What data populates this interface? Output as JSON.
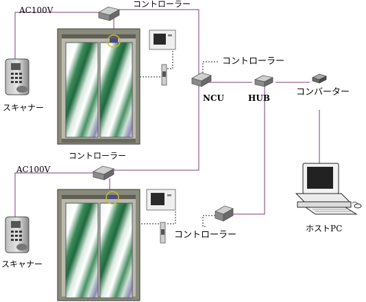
{
  "labels": {
    "ac_top": "AC100V",
    "ac_bottom": "AC100V",
    "controller_top": "コントローラー",
    "controller_mid": "コントローラー",
    "controller_net": "コントローラー",
    "controller_bottom": "コントローラー",
    "scanner_top": "スキャナー",
    "scanner_bottom": "スキャナー",
    "ncu": "NCU",
    "hub": "HUB",
    "converter": "コンバーター",
    "host_pc": "ホストPC"
  },
  "colors": {
    "wire_purple": "#7a3a78",
    "wire_black": "#222222",
    "door_frame": "#7a7a6e",
    "glass_green": "#2f7a4c",
    "glass_light": "#e8f2ec",
    "device_gray": "#8f8f8f",
    "door_outline": "#3a3a34"
  },
  "icons": {
    "scanner": "fingerprint-scanner-icon",
    "controller": "controller-box-icon",
    "card_reader": "card-reader-icon",
    "door_sensor": "door-sensor-icon",
    "ncu": "ncu-device-icon",
    "hub": "hub-device-icon",
    "converter": "converter-icon",
    "host_pc": "host-pc-icon",
    "door": "sliding-glass-door-icon",
    "electric_lock": "electric-lock-icon"
  }
}
